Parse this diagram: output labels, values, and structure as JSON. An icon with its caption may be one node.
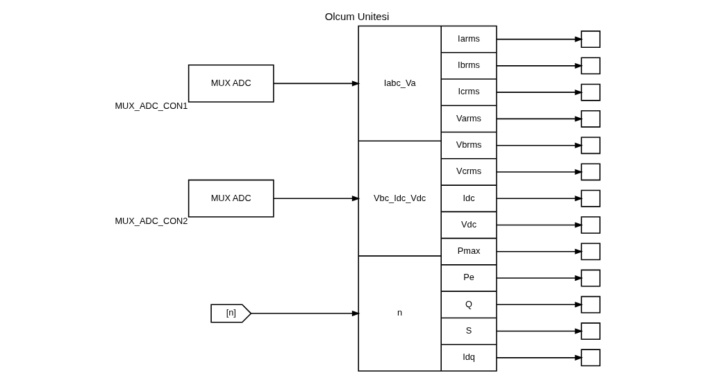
{
  "diagram": {
    "title": "Olcum Unitesi",
    "nodes": [
      {
        "text": [
          "MUX ADC"
        ],
        "beside": [
          "MUX_ADC_CON1"
        ]
      },
      {
        "text": [
          "MUX ADC"
        ],
        "beside": [
          "MUX_ADC_CON2"
        ]
      },
      {
        "text": [
          "[n]"
        ]
      },
      {
        "text": [
          "Iabc_Va",
          "Vbc_Idc_Vdc",
          "n",
          "Iarms",
          "Ibrms",
          "Icrms",
          "Varms",
          "Vbrms",
          "Vcrms",
          "Idc",
          "Vdc",
          "Pmax",
          "Pe",
          "Q",
          "S",
          "Idq"
        ]
      },
      {
        "text": [],
        "shape": "box"
      },
      {
        "text": [],
        "shape": "box"
      },
      {
        "text": [],
        "shape": "box"
      },
      {
        "text": [],
        "shape": "box"
      },
      {
        "text": [],
        "shape": "box"
      },
      {
        "text": [],
        "shape": "box"
      },
      {
        "text": [],
        "shape": "box"
      },
      {
        "text": [],
        "shape": "box"
      },
      {
        "text": [],
        "shape": "box"
      },
      {
        "text": [],
        "shape": "box"
      },
      {
        "text": [],
        "shape": "box"
      },
      {
        "text": [],
        "shape": "box"
      },
      {
        "text": [],
        "shape": "box"
      }
    ],
    "edges": [
      {
        "from": 0,
        "to": 3,
        "arrow": "to"
      },
      {
        "from": 1,
        "to": 3,
        "arrow": "to"
      },
      {
        "from": 2,
        "to": 3,
        "arrow": "to"
      },
      {
        "from": 3,
        "to": 4,
        "arrow": "to"
      },
      {
        "from": 3,
        "to": 5,
        "arrow": "to"
      },
      {
        "from": 3,
        "to": 6,
        "arrow": "to"
      },
      {
        "from": 3,
        "to": 7,
        "arrow": "to"
      },
      {
        "from": 3,
        "to": 8,
        "arrow": "to"
      },
      {
        "from": 3,
        "to": 9,
        "arrow": "to"
      },
      {
        "from": 3,
        "to": 10,
        "arrow": "to"
      },
      {
        "from": 3,
        "to": 11,
        "arrow": "to"
      },
      {
        "from": 3,
        "to": 12,
        "arrow": "to"
      },
      {
        "from": 3,
        "to": 13,
        "arrow": "to"
      },
      {
        "from": 3,
        "to": 14,
        "arrow": "to"
      },
      {
        "from": 3,
        "to": 15,
        "arrow": "to"
      },
      {
        "from": 3,
        "to": 16,
        "arrow": "to"
      }
    ]
  }
}
